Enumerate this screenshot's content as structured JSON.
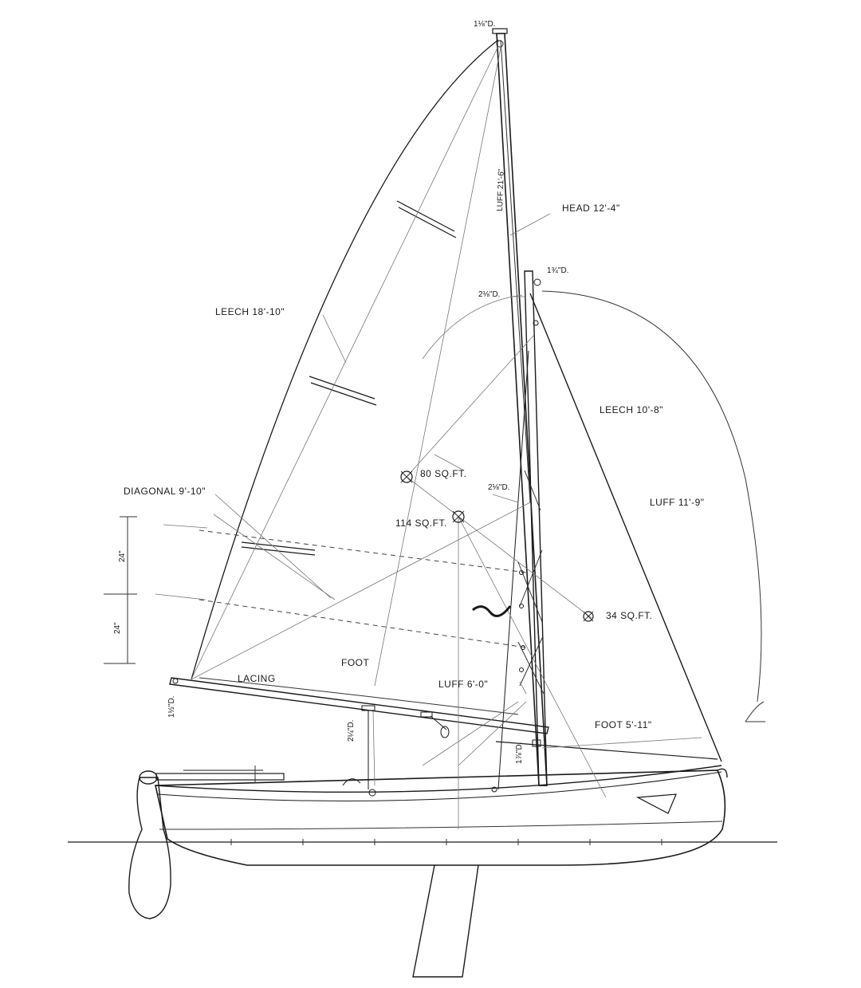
{
  "labels": {
    "mast_head_dia": "1⅛\"D.",
    "luff_main": "LUFF 21'-6\"",
    "head_main": "HEAD 12'-4\"",
    "jib_head_dia": "1¾\"D.",
    "mast_dia_upper": "2⅛\"D.",
    "leech_main": "LEECH 18'-10\"",
    "leech_jib": "LEECH 10'-8\"",
    "main_area": "80 SQ.FT.",
    "mast_dia_mid": "2⅛\"D.",
    "diagonal": "DIAGONAL 9'-10\"",
    "total_area": "114 SQ.FT.",
    "luff_jib": "LUFF 11'-9\"",
    "reef_upper": "24\"",
    "reef_lower": "24\"",
    "jib_area": "34 SQ.FT.",
    "foot_main": "FOOT",
    "lacing": "LACING",
    "luff_lower": "LUFF 6'-0\"",
    "boom_dia": "1½\"D.",
    "sheet_dia": "2¼\"D.",
    "foot_jib": "FOOT 5'-11\"",
    "mast_dia_deck": "1⅞\"D."
  }
}
